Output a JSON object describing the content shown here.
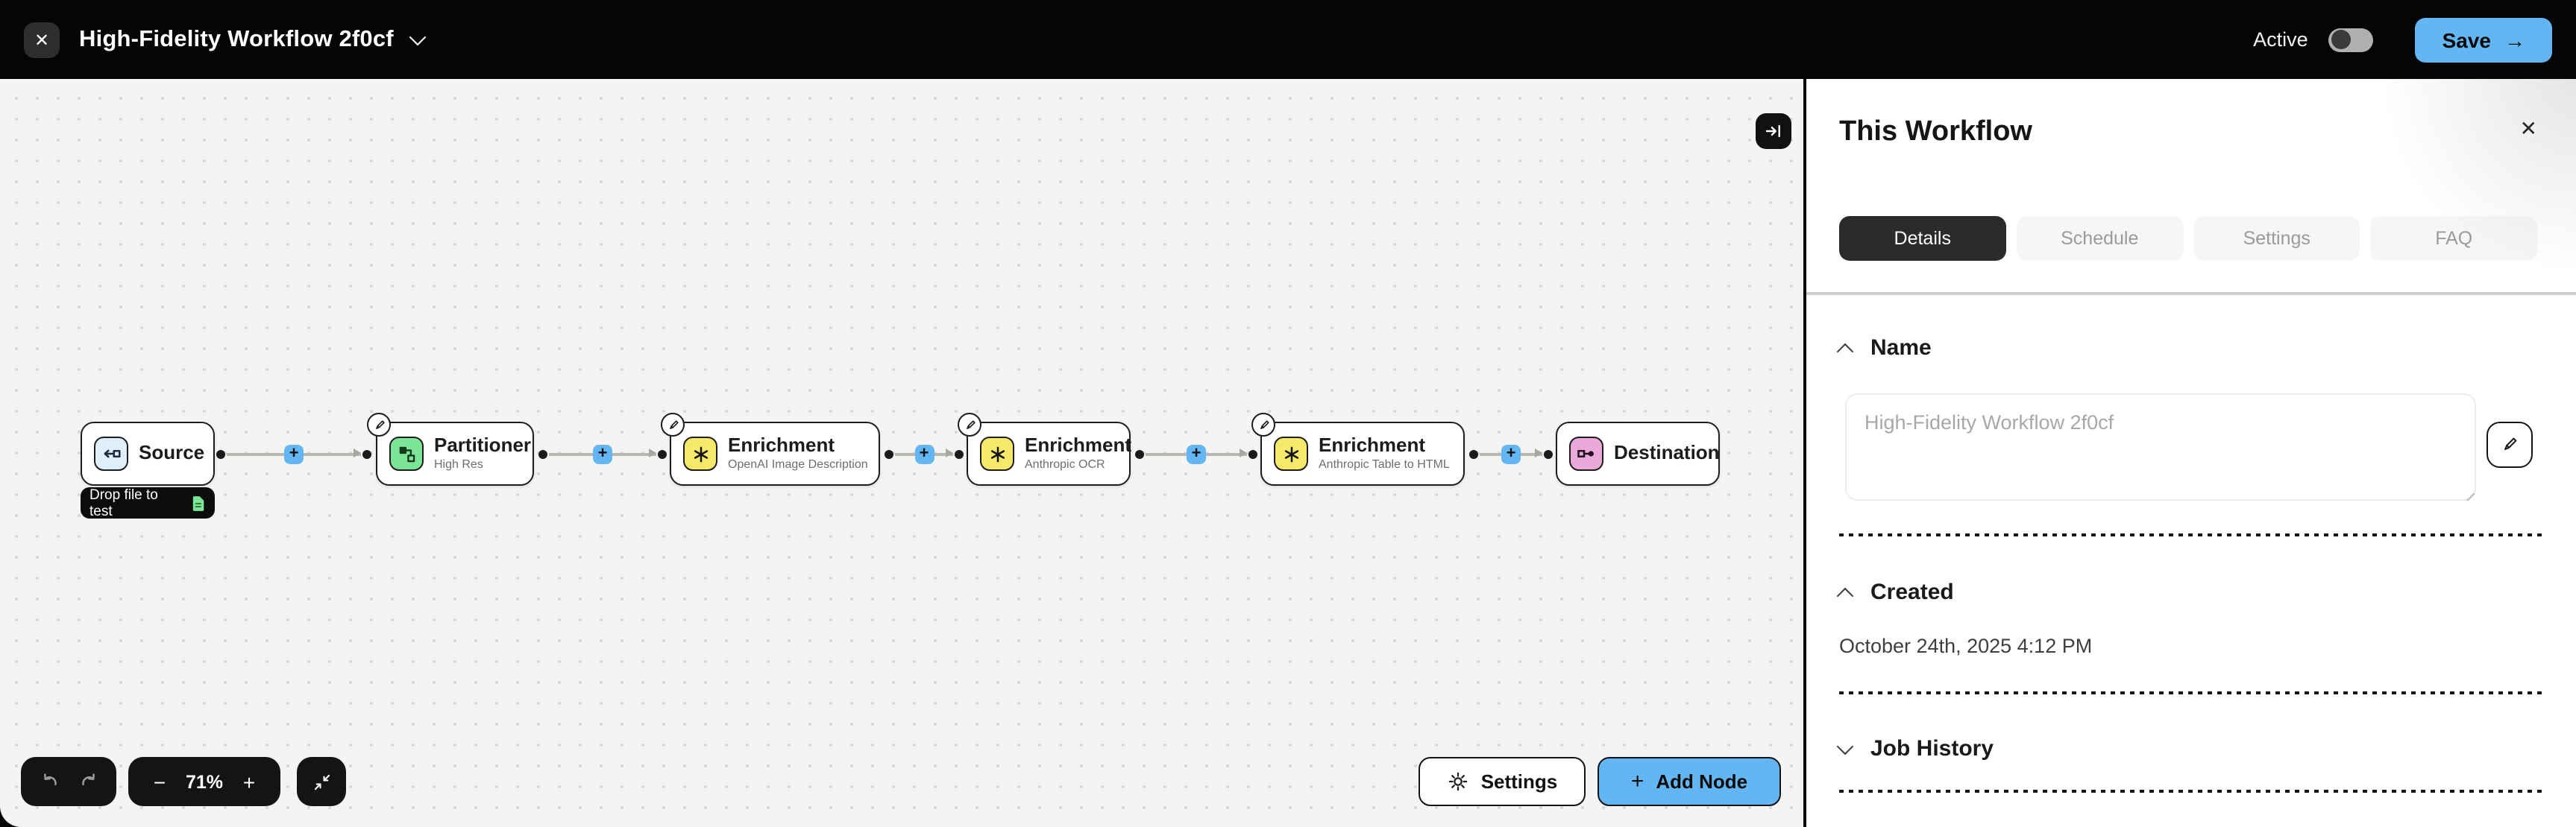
{
  "topbar": {
    "title": "High-Fidelity Workflow 2f0cf",
    "close_glyph": "✕",
    "active_label": "Active",
    "save_label": "Save",
    "save_arrow": "→"
  },
  "canvas": {
    "zoom_level": "71%",
    "zoom_out_glyph": "−",
    "zoom_in_glyph": "+",
    "connector_plus_glyph": "+",
    "source_tooltip": "Drop file to test",
    "settings_label": "Settings",
    "add_node_label": "Add Node",
    "add_node_plus_glyph": "+",
    "nodes": [
      {
        "title": "Source"
      },
      {
        "title": "Partitioner",
        "subtitle": "High Res"
      },
      {
        "title": "Enrichment",
        "subtitle": "OpenAI Image Description"
      },
      {
        "title": "Enrichment",
        "subtitle": "Anthropic OCR"
      },
      {
        "title": "Enrichment",
        "subtitle": "Anthropic Table to HTML"
      },
      {
        "title": "Destination"
      }
    ]
  },
  "panel": {
    "title": "This Workflow",
    "close_glyph": "✕",
    "active_tab": "Details",
    "tabs": [
      {
        "label": "Details"
      },
      {
        "label": "Schedule"
      },
      {
        "label": "Settings"
      },
      {
        "label": "FAQ"
      }
    ],
    "name_section": {
      "label": "Name",
      "value": "High-Fidelity Workflow 2f0cf"
    },
    "created_section": {
      "label": "Created",
      "value": "October 24th, 2025 4:12 PM"
    },
    "job_history_section": {
      "label": "Job History"
    }
  },
  "colors": {
    "accent_blue": "#64b6f2",
    "node_green": "#7de596",
    "node_yellow": "#f6e96a",
    "node_pink": "#eba9db",
    "node_blue_light": "#dfeefb"
  }
}
